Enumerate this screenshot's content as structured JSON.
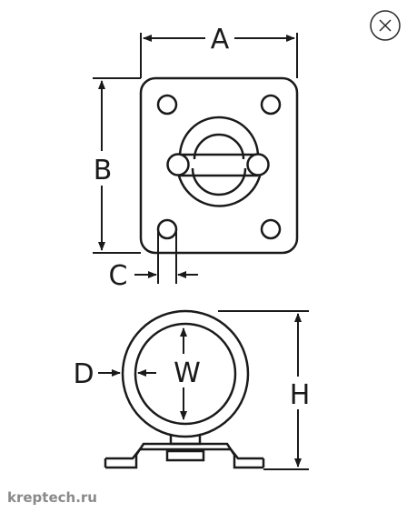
{
  "labels": {
    "A": "A",
    "B": "B",
    "C": "C",
    "D": "D",
    "W": "W",
    "H": "H"
  },
  "watermark": "kreptech.ru",
  "close_icon": "close-icon",
  "colors": {
    "line": "#1a1a1a",
    "watermark": "#8a8a8a",
    "background": "#ffffff"
  }
}
